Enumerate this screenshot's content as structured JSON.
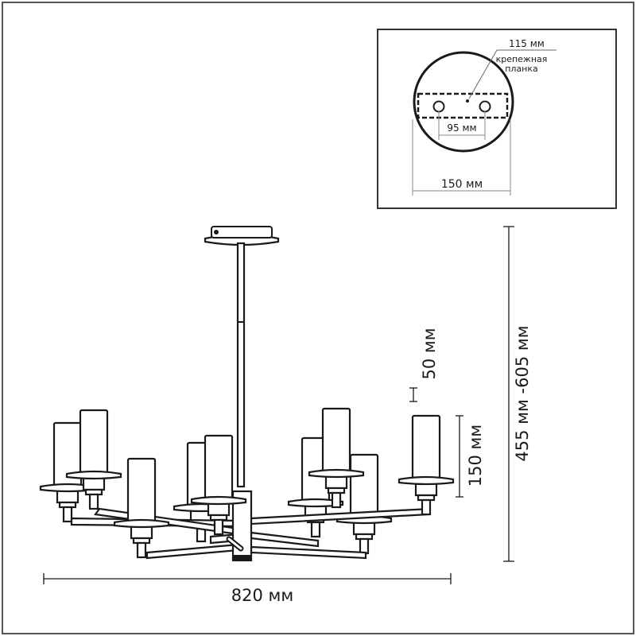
{
  "inset": {
    "mount_plate_width": "115 мм",
    "mount_plate_label_line1": "крепежная",
    "mount_plate_label_line2": "планка",
    "hole_spacing": "95 мм",
    "canopy_diameter": "150 мм"
  },
  "dimensions": {
    "width": "820 мм",
    "height_range": "455 мм -605 мм",
    "shade_gap": "50 мм",
    "shade_height": "150 мм"
  },
  "colors": {
    "line": "#1a1a1a",
    "background": "#ffffff",
    "frame": "#555555"
  }
}
